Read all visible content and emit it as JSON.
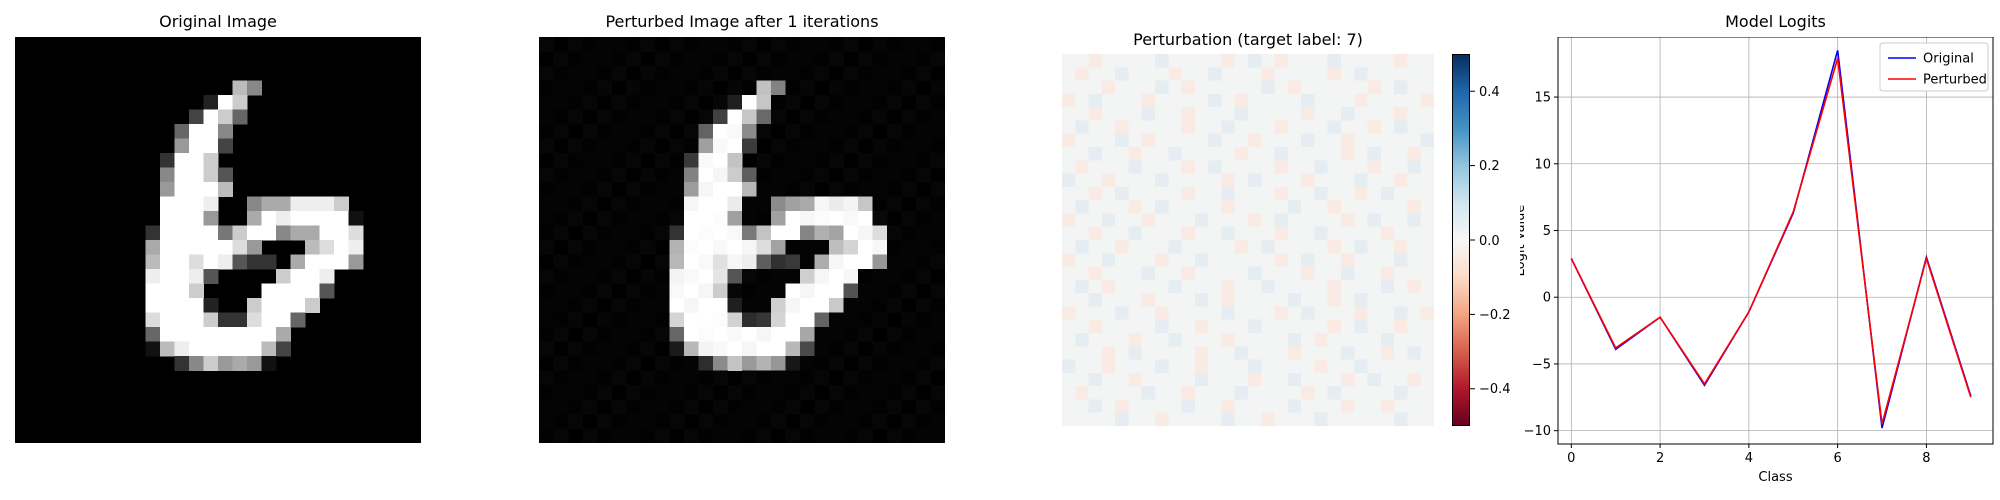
{
  "panels": {
    "original": {
      "title": "Original Image"
    },
    "perturbed": {
      "title": "Perturbed Image after 1 iterations"
    },
    "perturbation": {
      "title": "Perturbation (target label: 7)"
    },
    "logits": {
      "title": "Model Logits"
    }
  },
  "digit_image": {
    "grid_size": 28,
    "rows": [
      "0000000000000000000000000000",
      "0000000000000000000000000000",
      "0000000000000000000000000000",
      "000000000000000B800000000000",
      "00000000000002FC000000000000",
      "0000000000004FC6000000000000",
      "000000000006FF80000000000000",
      "000000000009FF40000000000000",
      "00000000003FFC00000000000000",
      "00000000008FFC50000000000000",
      "00000000009FFFB0000000000000",
      "0000000000FFFE008AAEEEC00000",
      "0000000000FFF900AFEFFFF10000",
      "0000000003FFFF7CFF8AAFFD0000",
      "000000000AFFFFFD9000BDFE0000",
      "000000000BFFDFE5330AFFF90000",
      "000000000EFFE50000CFFE000000",
      "000000000FFFC0000FFFF5000000",
      "000000000FFFF200CFFFC0000000",
      "000000000DFFFC33DFF600000000",
      "0000000006FFFFFFFFA000000000",
      "0000000001BEFFFFFB4000000000",
      "0000000000038C9A910000000000",
      "0000000000000000000000000000",
      "0000000000000000000000000000",
      "0000000000000000000000000000",
      "0000000000000000000000000000",
      "0000000000000000000000000000"
    ]
  },
  "perturbation_map": {
    "grid_size": 28,
    "values": [
      "00-0000+0000-0+0-000+0000-00",
      "0-00+000-00+000-0000-0+00000",
      "000-000+0-00000+0-00000-0+00",
      "-0+000-0000+0-0000+000-0000-",
      "00-000+00-000+0000-00+000-00",
      "0+00-0000-00+000-000+00-0+00",
      "-000+0-0000+00-000+00-00000+",
      "00+00-00+0000-00+0000-0+00-0",
      "0-000+000-0+0000-00+000-00+0",
      "+00-000+0000-0+000-000+00-00",
      "00-0+0000-00+000-00+00-0+000",
      "0+000-0+0000-0000+00-00000-0",
      "-00+00-000+000-0+0000-0+00+0",
      "00-00+000-00+000-00+0000-000",
      "0+00-000+0000-0+0000-0+00-00",
      "-00+000-00+00000-0+00-000+00",
      "00-000+00-0000+000-00+00-000",
      "0+0-0000+000-00+0000-000+0-0",
      "00+000-000+0-0000+00-0+00000",
      "-000+00-0000+000-0+000-00+0-",
      "00-0000+00-000+00000-0+00-00",
      "0+000-00+000-0000+0-0000+000",
      "000-0+0000-00+000-000+00-0+0",
      "+00-000+00-000+0000-00+00000",
      "00+00-0000+000-00+000-0+00-0",
      "0-0000+00-000+0000-0+0000+00",
      "00+0-0000+00-0000+000-00-000",
      "0000+00-0000+00-000+00000+00"
    ]
  },
  "colorbar": {
    "tick_labels": [
      "0.4",
      "0.2",
      "0.0",
      "−0.2",
      "−0.4"
    ],
    "tick_values": [
      0.4,
      0.2,
      0.0,
      -0.2,
      -0.4
    ],
    "range": [
      -0.5,
      0.5
    ],
    "colormap": "RdBu"
  },
  "chart_data": {
    "type": "line",
    "title": "Model Logits",
    "xlabel": "Class",
    "ylabel": "Logit Value",
    "x": [
      0,
      1,
      2,
      3,
      4,
      5,
      6,
      7,
      8,
      9
    ],
    "xlim": [
      -0.3,
      9.5
    ],
    "ylim": [
      -11,
      19.5
    ],
    "xticks": [
      0,
      2,
      4,
      6,
      8
    ],
    "yticks": [
      -10,
      -5,
      0,
      5,
      10,
      15
    ],
    "grid": true,
    "legend_position": "top-right",
    "series": [
      {
        "name": "Original",
        "color": "#0000ff",
        "values": [
          2.9,
          -3.9,
          -1.5,
          -6.6,
          -1.1,
          6.3,
          18.5,
          -9.8,
          3.0,
          -7.4
        ]
      },
      {
        "name": "Perturbed",
        "color": "#ff0000",
        "values": [
          2.9,
          -3.8,
          -1.5,
          -6.5,
          -1.1,
          6.4,
          17.9,
          -9.5,
          2.9,
          -7.5
        ]
      }
    ]
  }
}
